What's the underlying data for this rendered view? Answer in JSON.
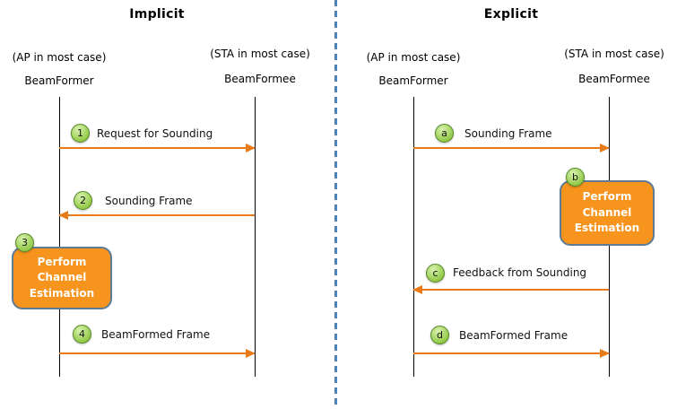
{
  "colors": {
    "divider": "#4F81BD",
    "arrow": "#E87B17",
    "action_fill": "#F7941E",
    "action_border": "#5D7B94",
    "badge_fill": "#8DC63F",
    "badge_border": "#55882B"
  },
  "panels": [
    {
      "title": "Implicit",
      "actors": [
        {
          "role": "(AP in most case)",
          "name": "BeamFormer"
        },
        {
          "role": "(STA in most case)",
          "name": "BeamFormee"
        }
      ],
      "messages": [
        {
          "badge": "1",
          "label": "Request for Sounding",
          "direction": "right"
        },
        {
          "badge": "2",
          "label": "Sounding Frame",
          "direction": "left"
        },
        {
          "badge": "3",
          "label": "Perform Channel Estimation",
          "type": "action",
          "on": "BeamFormer"
        },
        {
          "badge": "4",
          "label": "BeamFormed Frame",
          "direction": "right"
        }
      ]
    },
    {
      "title": "Explicit",
      "actors": [
        {
          "role": "(AP in most case)",
          "name": "BeamFormer"
        },
        {
          "role": "(STA in most case)",
          "name": "BeamFormee"
        }
      ],
      "messages": [
        {
          "badge": "a",
          "label": "Sounding Frame",
          "direction": "right"
        },
        {
          "badge": "b",
          "label": "Perform Channel Estimation",
          "type": "action",
          "on": "BeamFormee"
        },
        {
          "badge": "c",
          "label": "Feedback from Sounding",
          "direction": "left"
        },
        {
          "badge": "d",
          "label": "BeamFormed Frame",
          "direction": "right"
        }
      ]
    }
  ]
}
